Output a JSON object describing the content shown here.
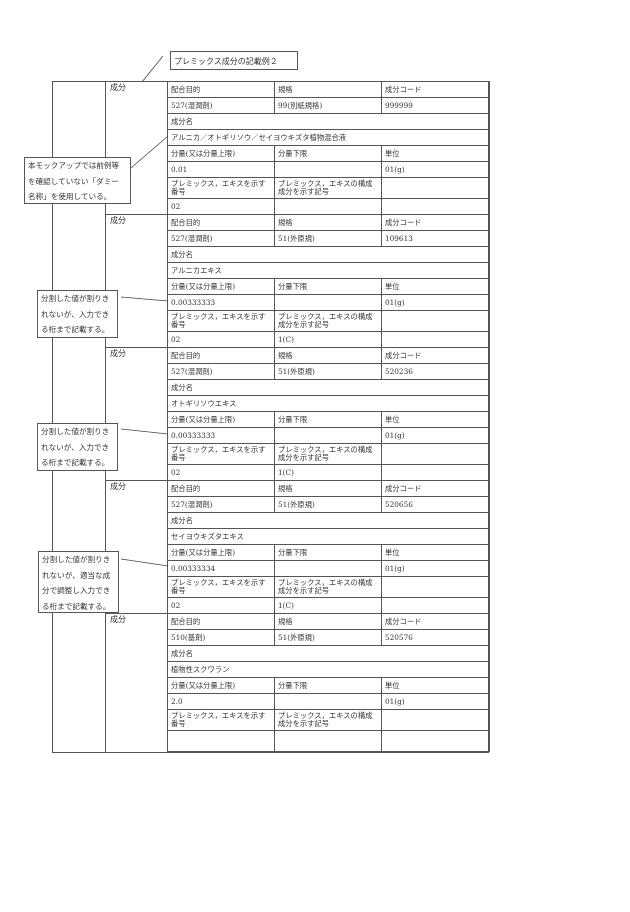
{
  "title": "プレミックス成分の記載例２",
  "headers": {
    "purpose": "配合目的",
    "standard": "規格",
    "code": "成分コード",
    "name": "成分名",
    "amount": "分量(又は分量上限)",
    "amount_min": "分量下限",
    "unit": "単位",
    "premix_number": "プレミックス，エキスを示す番号",
    "premix_symbol": "プレミックス，エキスの構成成分を示す記号"
  },
  "section_label": "成分",
  "blocks": [
    {
      "label": "成分",
      "purpose": "527(湿潤剤)",
      "standard": "99(別紙規格)",
      "code": "999999",
      "name": "アルニカ／オトギリソウ／セイヨウキズタ植物混合液",
      "amount": "0.01",
      "amount_min": "",
      "unit": "01(g)",
      "premix_number_value": "02",
      "premix_symbol_value": ""
    },
    {
      "label": "成分",
      "purpose": "527(湿潤剤)",
      "standard": "51(外原規)",
      "code": "109613",
      "name": "アルニカエキス",
      "amount": "0.00333333",
      "amount_min": "",
      "unit": "01(g)",
      "premix_number_value": "02",
      "premix_symbol_value": "1(C)"
    },
    {
      "label": "成分",
      "purpose": "527(湿潤剤)",
      "standard": "51(外原規)",
      "code": "520236",
      "name": "オトギリソウエキス",
      "amount": "0.00333333",
      "amount_min": "",
      "unit": "01(g)",
      "premix_number_value": "02",
      "premix_symbol_value": "1(C)"
    },
    {
      "label": "成分",
      "purpose": "527(湿潤剤)",
      "standard": "51(外原規)",
      "code": "520656",
      "name": "セイヨウキズタエキス",
      "amount": "0.00333334",
      "amount_min": "",
      "unit": "01(g)",
      "premix_number_value": "02",
      "premix_symbol_value": "1(C)"
    },
    {
      "label": "成分",
      "purpose": "510(基剤)",
      "standard": "51(外原規)",
      "code": "520576",
      "name": "植物性スクワラン",
      "amount": "2.0",
      "amount_min": "",
      "unit": "01(g)",
      "premix_number_value": "",
      "premix_symbol_value": ""
    }
  ],
  "callouts": [
    {
      "text": "本モックアップでは前例等を確認していない「ダミー名称」を使用している。",
      "lines": [
        "本モックアップでは前例等",
        "を確認していない「ダミー",
        "名称」を使用している。"
      ]
    },
    {
      "text": "分割した値が割りきれないが、入力できる桁まで記載する。",
      "lines": [
        "分割した値が割りき",
        "れないが、入力でき",
        "る桁まで記載する。"
      ]
    },
    {
      "text": "分割した値が割りきれないが、入力できる桁まで記載する。",
      "lines": [
        "分割した値が割りき",
        "れないが、入力でき",
        "る桁まで記載する。"
      ]
    },
    {
      "text": "分割した値が割りきれないが、適当な成分で調整し入力できる桁まで記載する。",
      "lines": [
        "分割した値が割りき",
        "れないが、適当な成",
        "分で調整し入力でき",
        "る桁まで記載する。"
      ]
    }
  ]
}
